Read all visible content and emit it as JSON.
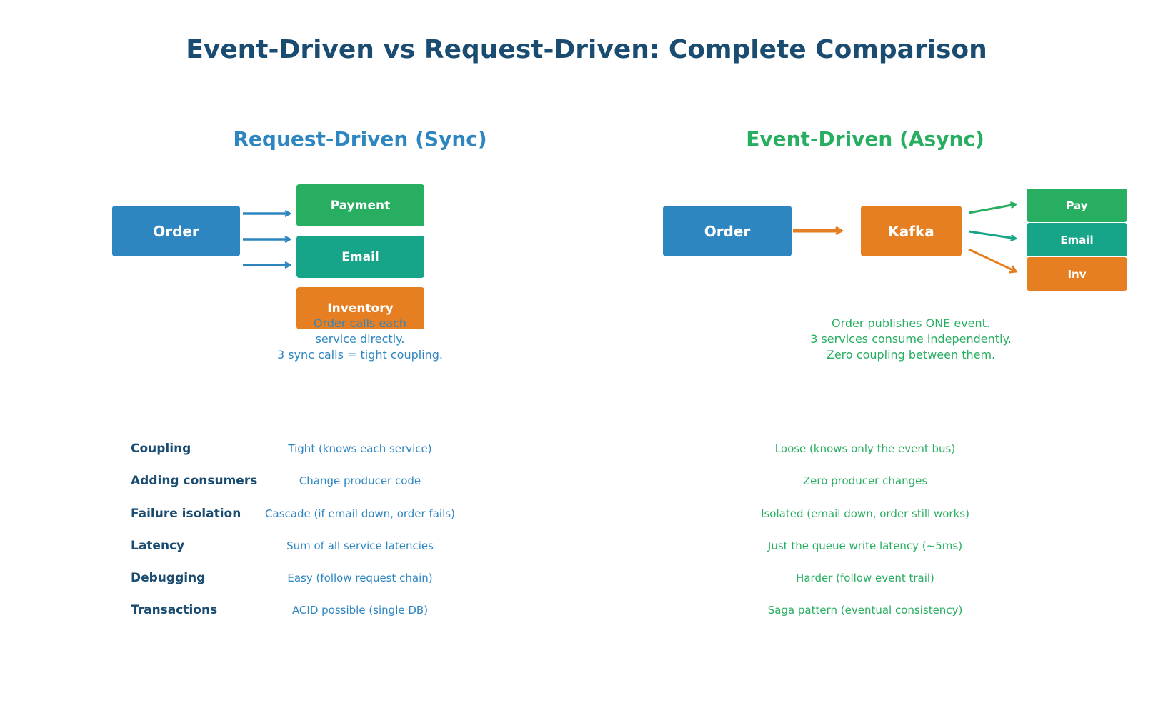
{
  "title": "Event-Driven vs Request-Driven: Complete Comparison",
  "colors": {
    "navy": "#1a4c72",
    "blue": "#2e86c1",
    "green": "#27ae60",
    "teal": "#17a589",
    "orange": "#e67e22"
  },
  "request_driven": {
    "heading": "Request-Driven (Sync)",
    "order": "Order",
    "services": [
      "Payment",
      "Email",
      "Inventory"
    ],
    "caption": "Order calls each\nservice directly.\n3 sync calls = tight coupling."
  },
  "event_driven": {
    "heading": "Event-Driven (Async)",
    "order": "Order",
    "broker": "Kafka",
    "consumers": [
      "Pay",
      "Email",
      "Inv"
    ],
    "caption": "Order publishes ONE event.\n3 services consume independently.\nZero coupling between them."
  },
  "comparison": [
    {
      "aspect": "Coupling",
      "request": "Tight (knows each service)",
      "event": "Loose (knows only the event bus)"
    },
    {
      "aspect": "Adding consumers",
      "request": "Change producer code",
      "event": "Zero producer changes"
    },
    {
      "aspect": "Failure isolation",
      "request": "Cascade (if email down, order fails)",
      "event": "Isolated (email down, order still works)"
    },
    {
      "aspect": "Latency",
      "request": "Sum of all service latencies",
      "event": "Just the queue write latency (~5ms)"
    },
    {
      "aspect": "Debugging",
      "request": "Easy (follow request chain)",
      "event": "Harder (follow event trail)"
    },
    {
      "aspect": "Transactions",
      "request": "ACID possible (single DB)",
      "event": "Saga pattern (eventual consistency)"
    }
  ]
}
